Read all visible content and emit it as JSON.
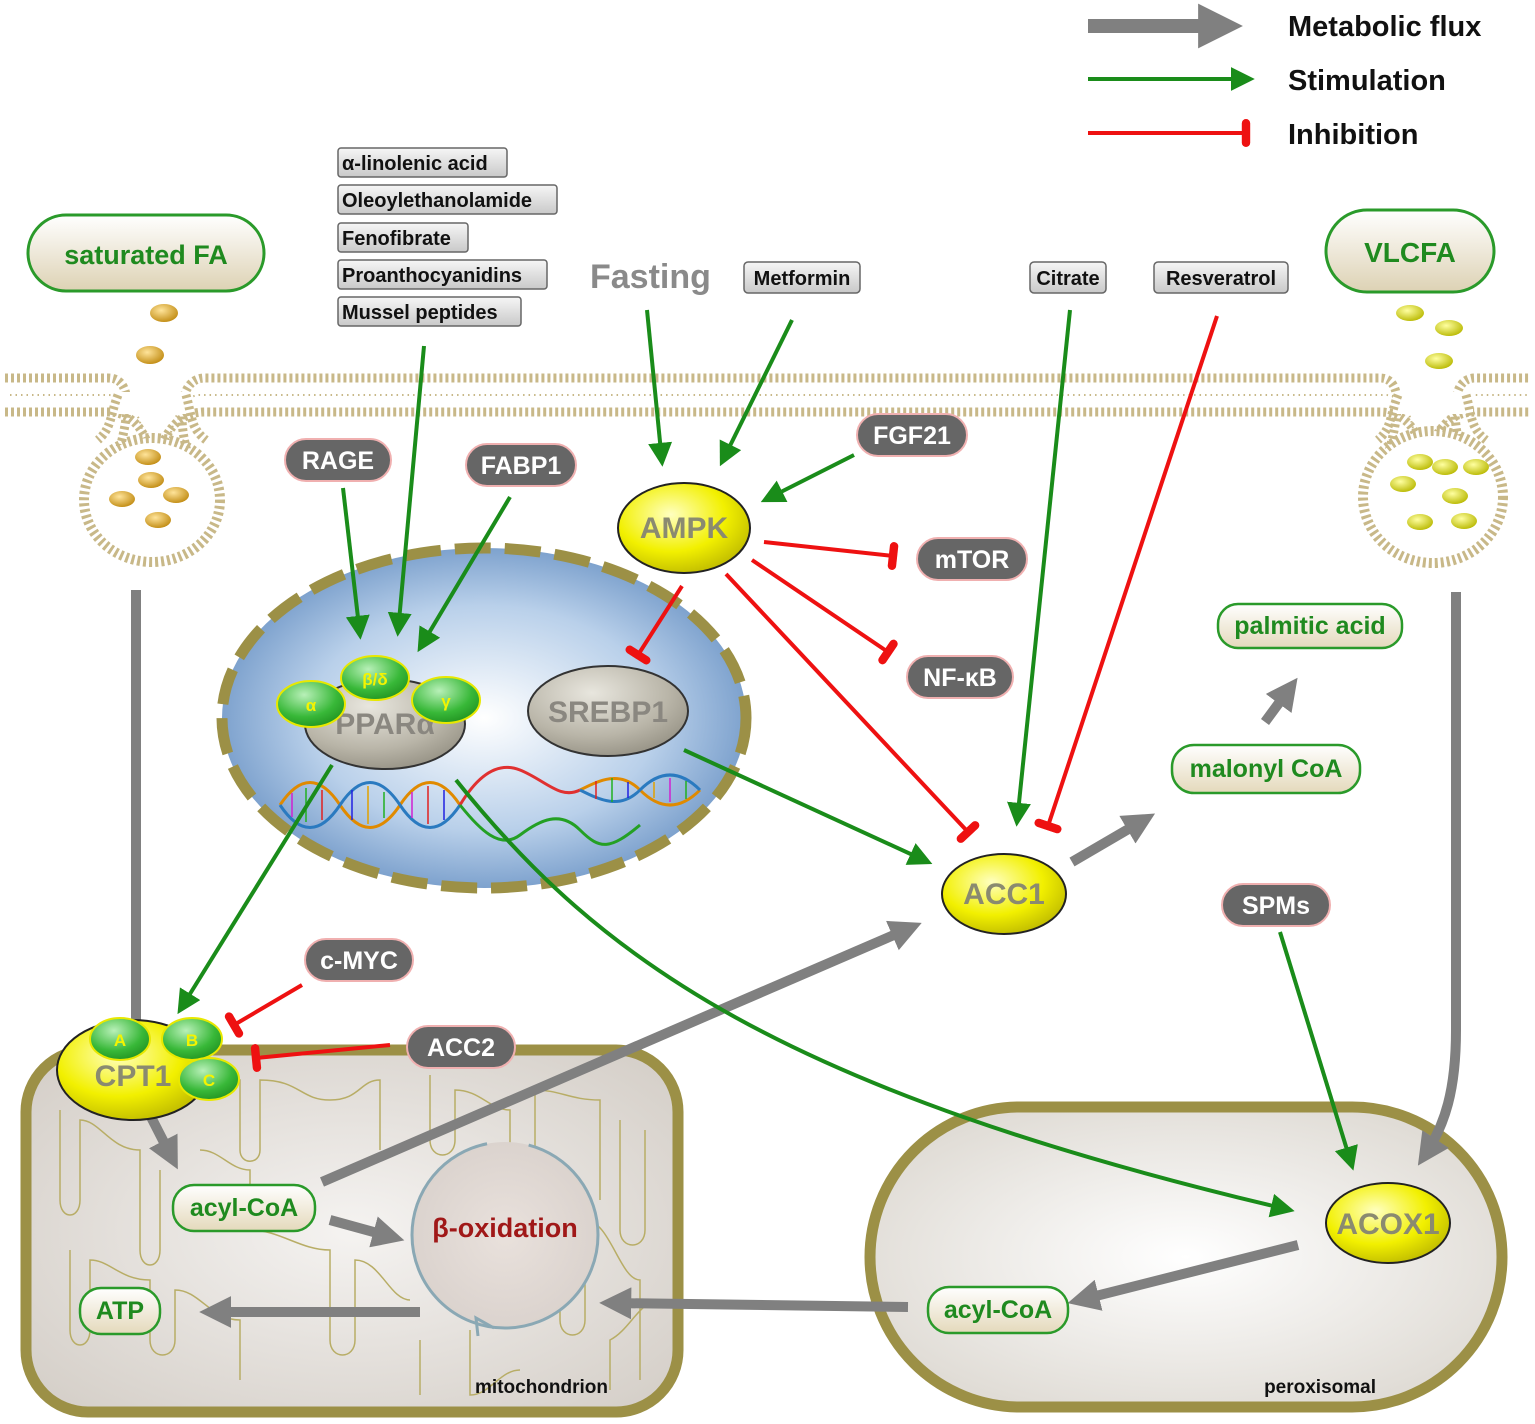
{
  "legend": [
    {
      "label": "Metabolic flux",
      "kind": "flux",
      "color": "#808080"
    },
    {
      "label": "Stimulation",
      "kind": "stimulation",
      "color": "#1a8c1a"
    },
    {
      "label": "Inhibition",
      "kind": "inhibition",
      "color": "#ee1111"
    }
  ],
  "substrates": {
    "saturated_fa": "saturated FA",
    "vlcfa": "VLCFA"
  },
  "ligands": [
    "α-linolenic acid",
    "Oleoylethanolamide",
    "Fenofibrate",
    "Proanthocyanidins",
    "Mussel peptides"
  ],
  "regulators": {
    "fasting": "Fasting",
    "metformin": "Metformin",
    "citrate": "Citrate",
    "resveratrol": "Resveratrol",
    "rage": "RAGE",
    "fabp1": "FABP1",
    "fgf21": "FGF21",
    "mtor": "mTOR",
    "nfkb": "NF-κB",
    "cmyc": "c-MYC",
    "acc2": "ACC2",
    "spms": "SPMs"
  },
  "nodes": {
    "ampk": "AMPK",
    "ppara": "PPARα",
    "ppar_alpha": "α",
    "ppar_beta": "β/δ",
    "ppar_gamma": "γ",
    "srebp1": "SREBP1",
    "acc1": "ACC1",
    "acox1": "ACOX1",
    "cpt1": "CPT1",
    "cpt1_a": "A",
    "cpt1_b": "B",
    "cpt1_c": "C"
  },
  "metabolites": {
    "palmitic_acid": "palmitic acid",
    "malonyl_coa": "malonyl CoA",
    "acyl_coa_mito": "acyl-CoA",
    "acyl_coa_perox": "acyl-CoA",
    "atp": "ATP",
    "beta_oxidation": "β-oxidation"
  },
  "compartments": {
    "mitochondrion": "mitochondrion",
    "peroxisome": "peroxisomal"
  },
  "colors": {
    "flux": "#808080",
    "stimulation": "#1a8c1a",
    "inhibition": "#ee1111",
    "enzyme_yellow": "#e6e600",
    "regulator_grey": "#666666",
    "organelle_olive": "#9c9046",
    "nucleus_blue": "#6f98c8",
    "beta_ox_text": "#a01818",
    "metabolite_text": "#1f8a1f"
  }
}
